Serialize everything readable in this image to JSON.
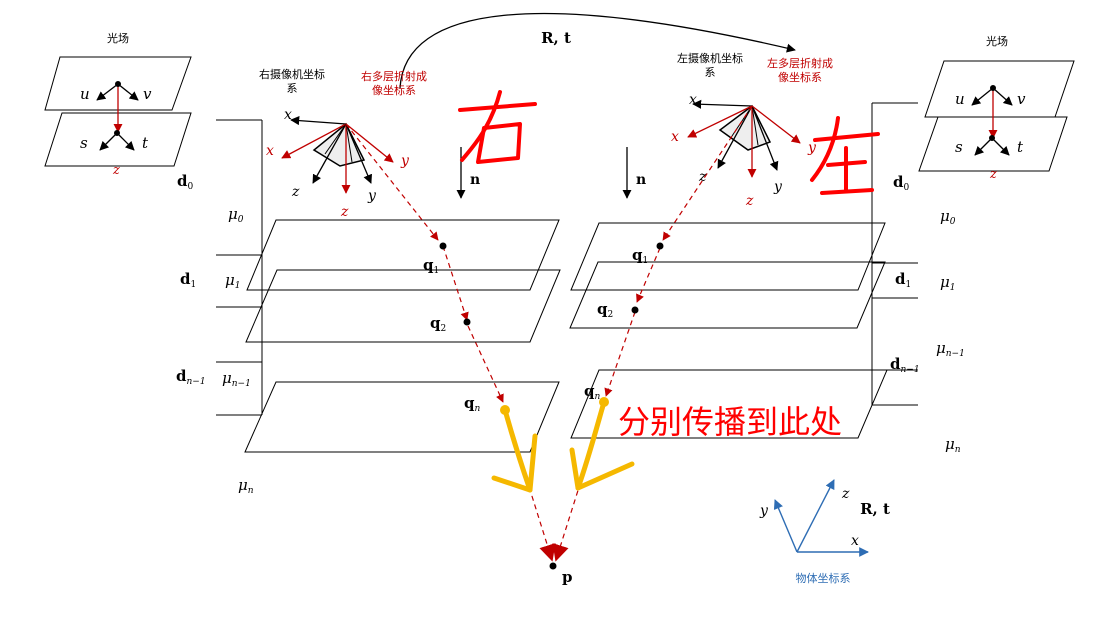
{
  "labels": {
    "light_field": "光场",
    "right_camera": "右摄像机坐标",
    "right_camera_cont": "系",
    "right_refract": "右多层折射成",
    "right_refract_cont": "像坐标系",
    "left_camera": "左摄像机坐标",
    "left_camera_cont": "系",
    "left_refract": "左多层折射成",
    "left_refract_cont": "像坐标系",
    "Rt": "R, t",
    "object_coord": "物体坐标系",
    "annotation_right": "右",
    "annotation_left": "左",
    "annotation_propagate": "分别传播到此处",
    "u": "u",
    "v": "v",
    "s": "s",
    "t": "t",
    "x": "x",
    "y": "y",
    "z": "z",
    "n": "n",
    "d0": "d",
    "d0_sub": "0",
    "d1": "d",
    "d1_sub": "1",
    "dn1": "d",
    "dn1_sub": "n−1",
    "mu": "μ",
    "sub0": "0",
    "sub1": "1",
    "subn1": "n−1",
    "subn": "n",
    "q": "q",
    "q_sub1": "1",
    "q_sub2": "2",
    "q_subn": "n",
    "p": "p"
  },
  "colors": {
    "black": "#000000",
    "red": "#c00000",
    "annotation_red": "#ff0000",
    "yellow": "#f5b800",
    "blue": "#2e6db4"
  }
}
